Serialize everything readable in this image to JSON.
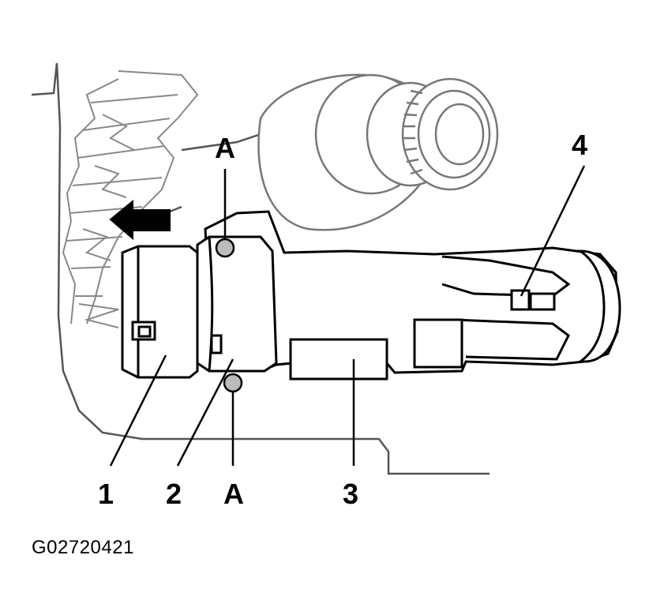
{
  "figure": {
    "callouts": {
      "c1": "1",
      "c2": "2",
      "c3": "3",
      "c4": "4",
      "a_top": "A",
      "a_bottom": "A"
    },
    "figure_id": "G02720421"
  },
  "colors": {
    "line": "#000000",
    "hatch": "#999999",
    "background": "#ffffff"
  }
}
